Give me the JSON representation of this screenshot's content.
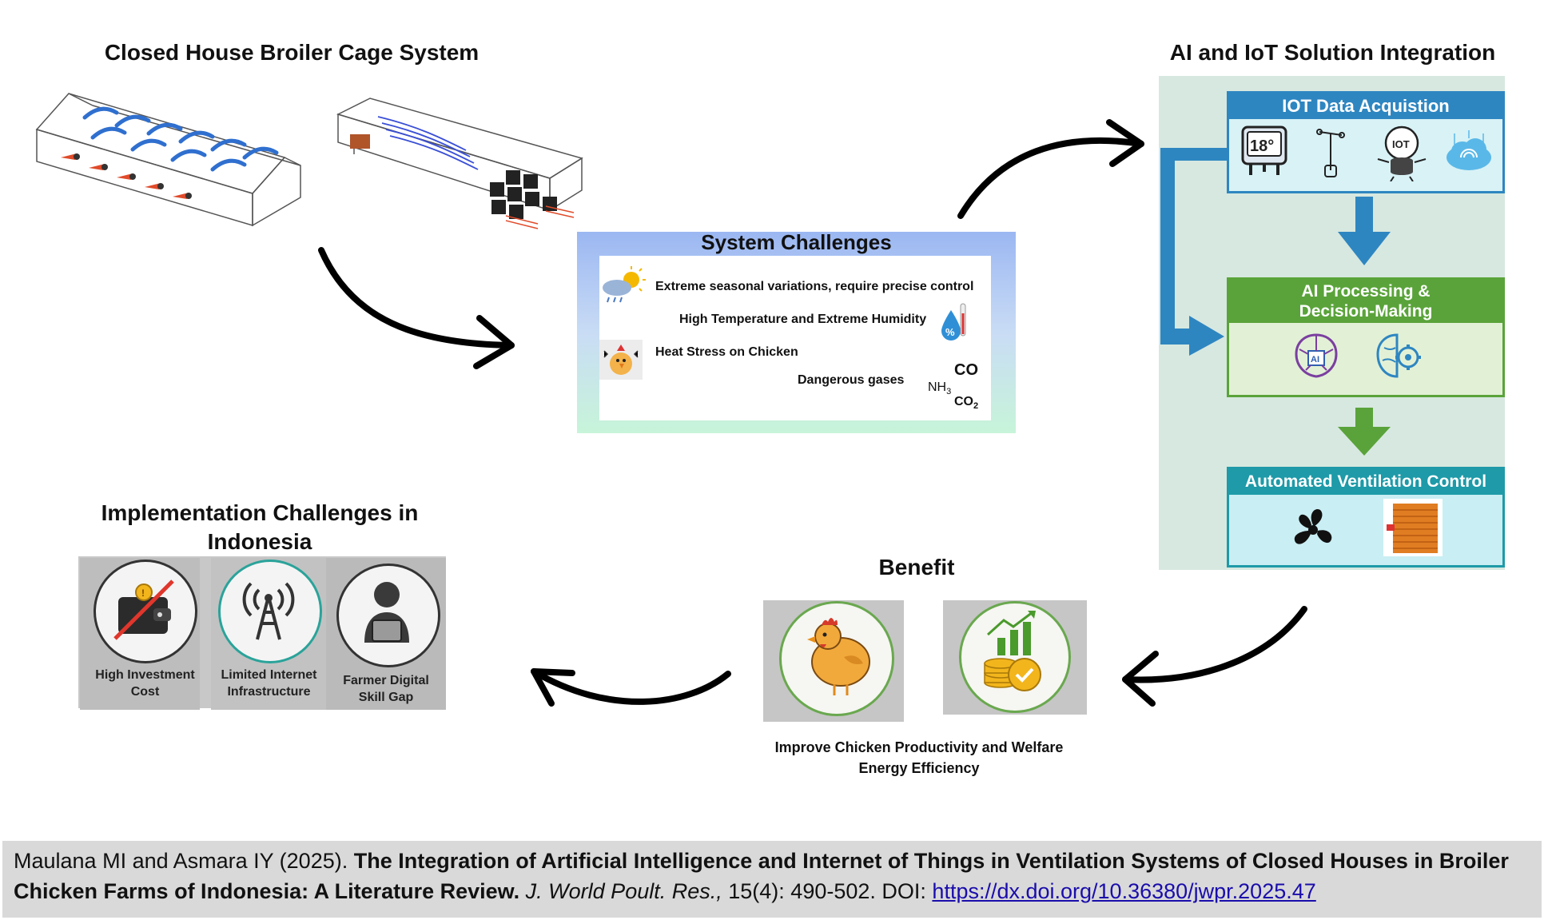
{
  "sections": {
    "closed_house_title": "Closed House Broiler Cage System",
    "ai_iot_title": "AI and IoT Solution Integration",
    "implementation_title_line1": "Implementation Challenges in",
    "implementation_title_line2": "Indonesia",
    "benefit_title": "Benefit"
  },
  "system_challenges": {
    "title": "System Challenges",
    "items": [
      "Extreme seasonal variations, require precise control",
      "High Temperature and Extreme Humidity",
      "Heat Stress on Chicken",
      "Dangerous gases"
    ],
    "gas_labels": {
      "co": "CO",
      "nh3": "NH",
      "nh3_sub": "3",
      "co2": "CO",
      "co2_sub": "2"
    }
  },
  "ai_iot": {
    "blocks": [
      {
        "title": "IOT Data Acquistion",
        "color": "#2e86c1"
      },
      {
        "title_line1": "AI Processing &",
        "title_line2": "Decision-Making",
        "color": "#5aa33a"
      },
      {
        "title": "Automated Ventilation Control",
        "color": "#1e9aa8"
      }
    ],
    "thermostat_reading": "18°",
    "iot_label": "IOT",
    "ai_chip_label": "AI"
  },
  "implementation": {
    "items": [
      {
        "line1": "High Investment",
        "line2": "Cost"
      },
      {
        "line1": "Limited Internet",
        "line2": "Infrastructure"
      },
      {
        "line1": "Farmer Digital",
        "line2": "Skill Gap"
      }
    ]
  },
  "benefit": {
    "line1": "Improve Chicken Productivity and Welfare",
    "line2": "Energy Efficiency"
  },
  "citation": {
    "authors": "Maulana MI and Asmara IY (2025).",
    "title_bold": "The Integration of Artificial Intelligence and Internet of Things in Ventilation Systems of Closed Houses in Broiler Chicken Farms of Indonesia: A Literature Review.",
    "journal": "J. World Poult. Res.,",
    "volume": "15(4): 490-502. DOI:",
    "doi_link": "https://dx.doi.org/10.36380/jwpr.2025.47"
  },
  "colors": {
    "iot_blue": "#2e86c1",
    "ai_green": "#5aa33a",
    "vent_teal": "#1e9aa8",
    "benefit_green": "#6aa84f"
  }
}
